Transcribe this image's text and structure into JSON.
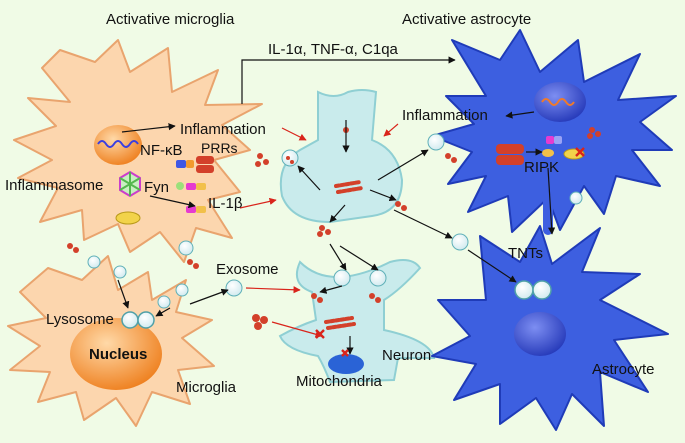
{
  "labels": {
    "activative_microglia": "Activative microglia",
    "activative_astrocyte": "Activative astrocyte",
    "cytokines": "IL-1α, TNF-α, C1qa",
    "inflammation_left": "Inflammation",
    "inflammation_right": "Inflammation",
    "nfkb": "NF-κB",
    "prrs": "PRRs",
    "inflammasome": "Inflammasome",
    "fyn": "Fyn",
    "il1b": "IL-1β",
    "ripk": "RIPK",
    "tnts": "TNTs",
    "exosome": "Exosome",
    "lysosome": "Lysosome",
    "nucleus": "Nucleus",
    "microglia": "Microglia",
    "neuron": "Neuron",
    "mitochondria": "Mitochondria",
    "astrocyte": "Astrocyte"
  },
  "colors": {
    "background": "#f0fbe6",
    "microglia_fill": "#fcd6ae",
    "microglia_stroke": "#e9a46e",
    "astrocyte_fill": "#3d5fe0",
    "astrocyte_stroke": "#1f3bb8",
    "neuron_fill": "#c9ebec",
    "nucleus_fill": "#f08a2b",
    "protein_red": "#d3402a",
    "arrow_red": "#d9241b",
    "mito_blue": "#2a63d6"
  }
}
